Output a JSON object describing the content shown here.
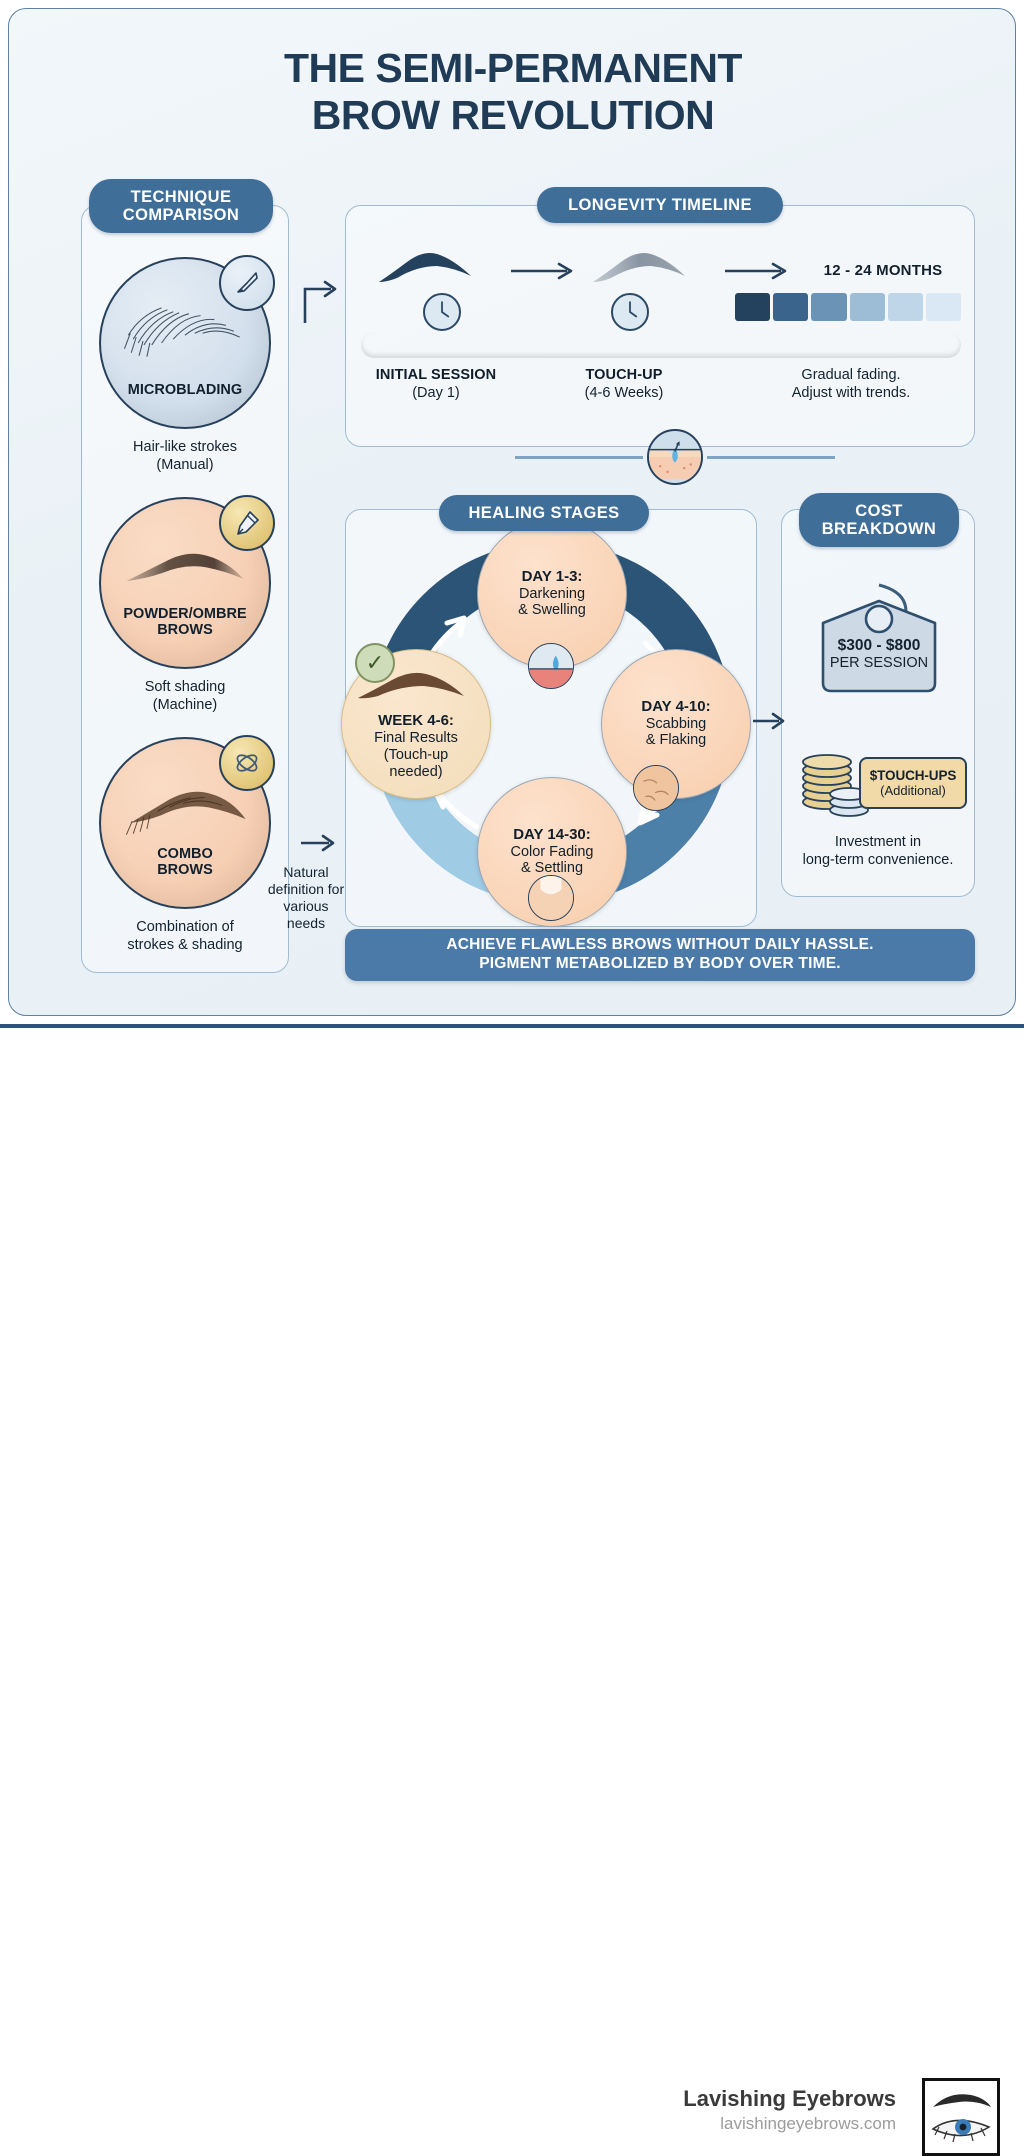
{
  "title": {
    "line1": "THE SEMI-PERMANENT",
    "line2": "BROW REVOLUTION"
  },
  "technique": {
    "heading_line1": "TECHNIQUE",
    "heading_line2": "COMPARISON",
    "cards": [
      {
        "name": "MICROBLADING",
        "sub_line1": "Hair-like strokes",
        "sub_line2": "(Manual)",
        "badge_icon": "blade-icon"
      },
      {
        "name_line1": "POWDER/OMBRE",
        "name_line2": "BROWS",
        "sub_line1": "Soft shading",
        "sub_line2": "(Machine)",
        "badge_icon": "machine-pen-icon"
      },
      {
        "name_line1": "COMBO",
        "name_line2": "BROWS",
        "sub_line1": "Combination of",
        "sub_line2": "strokes & shading",
        "badge_icon": "combo-atom-icon"
      }
    ],
    "outcome_note": "Natural definition for various needs"
  },
  "longevity": {
    "heading": "LONGEVITY TIMELINE",
    "months_label": "12 - 24 MONTHS",
    "steps": [
      {
        "title": "INITIAL SESSION",
        "sub": "(Day 1)"
      },
      {
        "title": "TOUCH-UP",
        "sub": "(4-6 Weeks)"
      }
    ],
    "fade_note_line1": "Gradual fading.",
    "fade_note_line2": "Adjust with trends.",
    "fade_swatches": [
      "#24415d",
      "#3b648c",
      "#6a93b6",
      "#9dbdd6",
      "#bfd6e8",
      "#d9e8f4"
    ],
    "bar_segments": [
      "#4e7fae",
      "#4e7fae",
      "#b9d8ec",
      "#b9d8ec",
      "#4e7fae",
      "#4e7fae"
    ]
  },
  "healing": {
    "heading": "HEALING STAGES",
    "stages": [
      {
        "title": "DAY 1-3:",
        "desc_line1": "Darkening",
        "desc_line2": "& Swelling",
        "mini_icon": "swelling-skin-icon"
      },
      {
        "title": "DAY 4-10:",
        "desc_line1": "Scabbing",
        "desc_line2": "& Flaking",
        "mini_icon": "flaking-skin-icon"
      },
      {
        "title": "DAY 14-30:",
        "desc_line1": "Color Fading",
        "desc_line2": "& Settling",
        "mini_icon": "settled-skin-icon"
      },
      {
        "title": "WEEK 4-6:",
        "desc_line1": "Final Results",
        "desc_line2": "(Touch-up",
        "desc_line3": "needed)",
        "mini_icon": "check-icon"
      }
    ],
    "ring_colors": [
      "#2b5476",
      "#3d6e94",
      "#5e95bb",
      "#a8d2e8"
    ]
  },
  "cost": {
    "heading_line1": "COST",
    "heading_line2": "BREAKDOWN",
    "price_range": "$300 - $800",
    "price_unit": "PER SESSION",
    "touchup_label": "$TOUCH-UPS",
    "touchup_sub": "(Additional)",
    "note_line1": "Investment in",
    "note_line2": "long-term convenience."
  },
  "banner": {
    "line1": "ACHIEVE FLAWLESS BROWS WITHOUT DAILY HASSLE.",
    "line2": "PIGMENT METABOLIZED BY BODY OVER TIME."
  },
  "footer": {
    "brand": "Lavishing Eyebrows",
    "site": "lavishingeyebrows.com",
    "logo_icon": "eye-brow-logo-icon"
  },
  "colors": {
    "accent": "#3f6e99",
    "dark_navy": "#1f3b56",
    "panel_border": "#9fbcd4",
    "banner": "#4b7aa8",
    "gold": "#d9b95f"
  }
}
